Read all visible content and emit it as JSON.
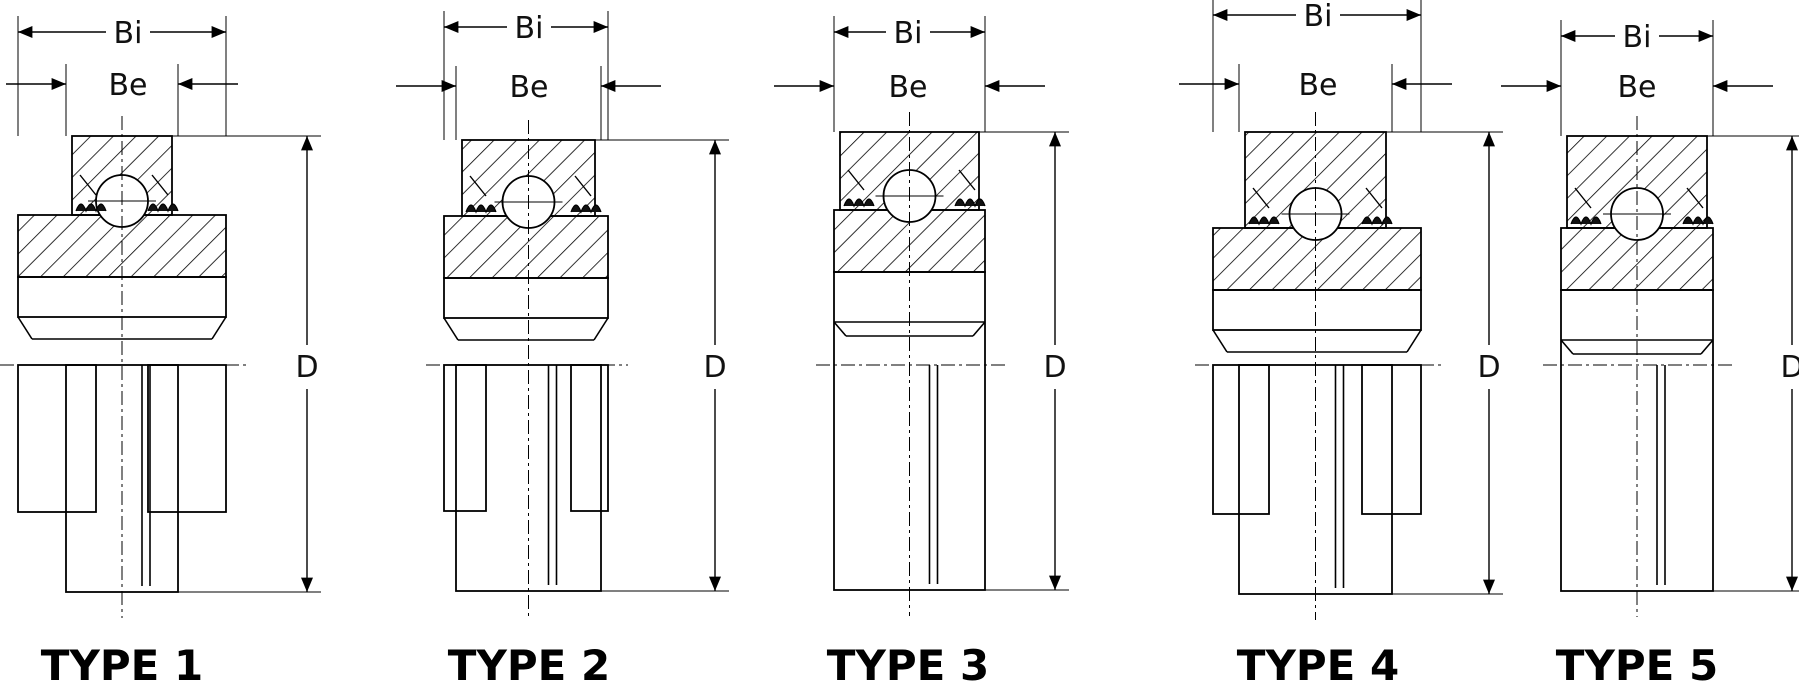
{
  "diagrams": [
    {
      "type_label": "TYPE 1",
      "dim_bi": "Bi",
      "dim_be": "Be",
      "dim_d": "D"
    },
    {
      "type_label": "TYPE 2",
      "dim_bi": "Bi",
      "dim_be": "Be",
      "dim_d": "D"
    },
    {
      "type_label": "TYPE 3",
      "dim_bi": "Bi",
      "dim_be": "Be",
      "dim_d": "D"
    },
    {
      "type_label": "TYPE 4",
      "dim_bi": "Bi",
      "dim_be": "Be",
      "dim_d": "D"
    },
    {
      "type_label": "TYPE 5",
      "dim_bi": "Bi",
      "dim_be": "Be",
      "dim_d": "D"
    }
  ],
  "colors": {
    "line": "#000000",
    "background": "#ffffff"
  }
}
